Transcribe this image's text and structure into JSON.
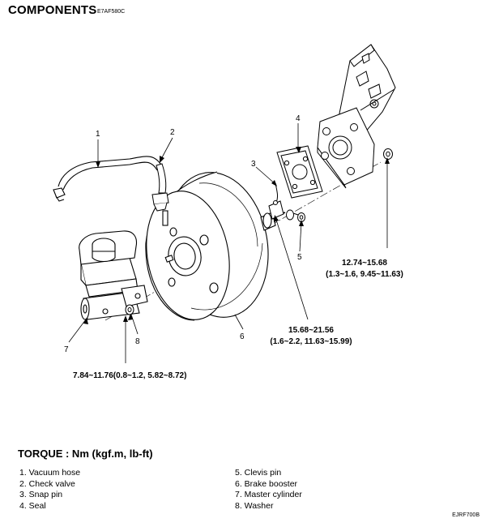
{
  "header": {
    "title": "COMPONENTS",
    "code": "E7AF580C"
  },
  "callouts": [
    "1",
    "2",
    "3",
    "4",
    "5",
    "6",
    "7",
    "8"
  ],
  "torque_values": {
    "mounting_nut": {
      "line1": "12.74~15.68",
      "line2": "(1.3~1.6, 9.45~11.63)"
    },
    "booster_nut": {
      "line1": "15.68~21.56",
      "line2": "(1.6~2.2, 11.63~15.99)"
    },
    "master_cylinder_nut": {
      "line1": "7.84~11.76(0.8~1.2, 5.82~8.72)"
    }
  },
  "torque_heading": "TORQUE : Nm (kgf.m, lb-ft)",
  "legend_left": [
    "1. Vacuum hose",
    "2. Check valve",
    "3. Snap pin",
    "4. Seal"
  ],
  "legend_right": [
    "5. Clevis pin",
    "6. Brake booster",
    "7. Master cylinder",
    "8. Washer"
  ],
  "figure_id": "EJRF700B"
}
